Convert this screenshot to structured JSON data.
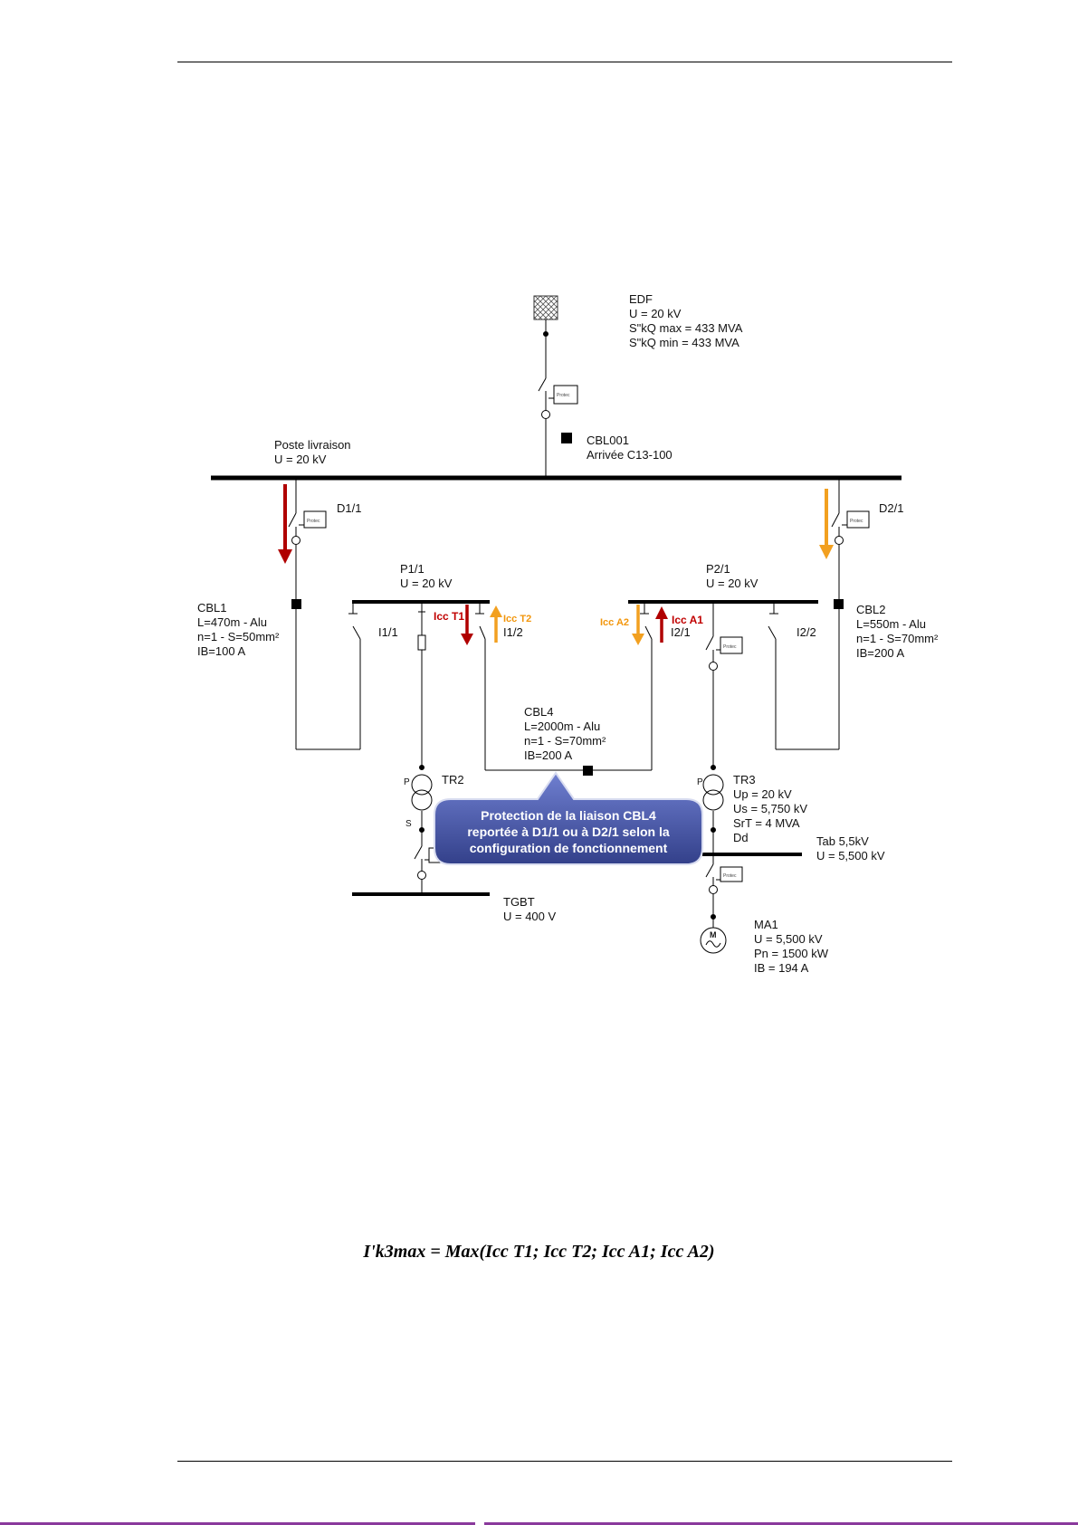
{
  "source": {
    "name": "EDF",
    "lines": [
      "U = 20 kV",
      "S\"kQ max = 433 MVA",
      "S\"kQ min = 433 MVA"
    ]
  },
  "incoming": {
    "name": "CBL001",
    "sub": "Arrivée C13-100"
  },
  "main_bus": {
    "name": "Poste livraison",
    "voltage": "U = 20 kV"
  },
  "breakers": {
    "d1": "D1/1",
    "d2": "D2/1",
    "relay": "Protec"
  },
  "cbl1": {
    "name": "CBL1",
    "lines": [
      "L=470m - Alu",
      "n=1 - S=50mm²",
      "IB=100 A"
    ]
  },
  "cbl2": {
    "name": "CBL2",
    "lines": [
      "L=550m - Alu",
      "n=1 - S=70mm²",
      "IB=200 A"
    ]
  },
  "p1": {
    "name": "P1/1",
    "voltage": "U = 20 kV"
  },
  "p2": {
    "name": "P2/1",
    "voltage": "U = 20 kV"
  },
  "switches": {
    "i11": "I1/1",
    "i12": "I1/2",
    "i21": "I2/1",
    "i22": "I2/2"
  },
  "fault_currents": {
    "t1": "Icc T1",
    "t2": "Icc T2",
    "a1": "Icc A1",
    "a2": "Icc A2"
  },
  "cbl4": {
    "name": "CBL4",
    "lines": [
      "L=2000m - Alu",
      "n=1 - S=70mm²",
      "IB=200 A"
    ]
  },
  "tr2": {
    "name": "TR2",
    "primary": "P",
    "secondary": "S"
  },
  "tr3": {
    "name": "TR3",
    "lines": [
      "Up = 20 kV",
      "Us = 5,750 kV",
      "SrT = 4 MVA",
      "Dd"
    ]
  },
  "tgbt": {
    "name": "TGBT",
    "voltage": "U = 400 V"
  },
  "tab55": {
    "name": "Tab 5,5kV",
    "voltage": "U = 5,500 kV"
  },
  "ma1": {
    "name": "MA1",
    "symbol": "M",
    "lines": [
      "U = 5,500 kV",
      "Pn = 1500 kW",
      "IB = 194 A"
    ]
  },
  "callout": {
    "lines": [
      "Protection de la liaison CBL4",
      "reportée à D1/1 ou à D2/1 selon la",
      "configuration de fonctionnement"
    ]
  },
  "formula": "I'k3max  = Max(Icc T1; Icc T2; Icc A1; Icc A2)",
  "colors": {
    "red_arrow": "#b00000",
    "orange_arrow": "#f2a020",
    "callout_fill": "#4a5aa8"
  }
}
